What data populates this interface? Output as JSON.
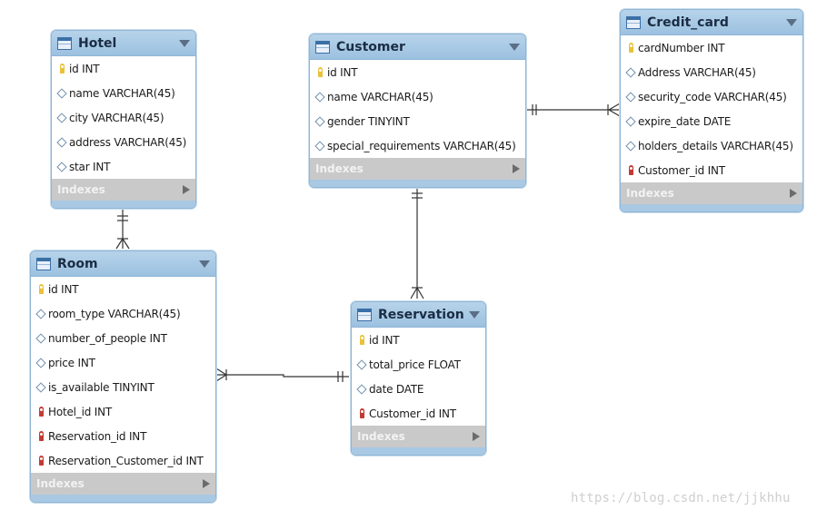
{
  "tables": {
    "hotel": {
      "name": "Hotel",
      "columns": [
        {
          "text": "id INT",
          "key": "pk"
        },
        {
          "text": "name VARCHAR(45)",
          "key": "col"
        },
        {
          "text": "city VARCHAR(45)",
          "key": "col"
        },
        {
          "text": "address VARCHAR(45)",
          "key": "col"
        },
        {
          "text": "star INT",
          "key": "col"
        }
      ],
      "indexes_label": "Indexes"
    },
    "customer": {
      "name": "Customer",
      "columns": [
        {
          "text": "id INT",
          "key": "pk"
        },
        {
          "text": "name VARCHAR(45)",
          "key": "col"
        },
        {
          "text": "gender TINYINT",
          "key": "col"
        },
        {
          "text": "special_requirements VARCHAR(45)",
          "key": "col"
        }
      ],
      "indexes_label": "Indexes"
    },
    "credit_card": {
      "name": "Credit_card",
      "columns": [
        {
          "text": "cardNumber INT",
          "key": "pk"
        },
        {
          "text": "Address VARCHAR(45)",
          "key": "col"
        },
        {
          "text": "security_code VARCHAR(45)",
          "key": "col"
        },
        {
          "text": "expire_date DATE",
          "key": "col"
        },
        {
          "text": "holders_details VARCHAR(45)",
          "key": "col"
        },
        {
          "text": "Customer_id INT",
          "key": "fk"
        }
      ],
      "indexes_label": "Indexes"
    },
    "room": {
      "name": "Room",
      "columns": [
        {
          "text": "id INT",
          "key": "pk"
        },
        {
          "text": "room_type VARCHAR(45)",
          "key": "col"
        },
        {
          "text": "number_of_people INT",
          "key": "col"
        },
        {
          "text": "price INT",
          "key": "col"
        },
        {
          "text": "is_available TINYINT",
          "key": "col"
        },
        {
          "text": "Hotel_id INT",
          "key": "fk"
        },
        {
          "text": "Reservation_id INT",
          "key": "fk"
        },
        {
          "text": "Reservation_Customer_id INT",
          "key": "fk"
        }
      ],
      "indexes_label": "Indexes"
    },
    "reservation": {
      "name": "Reservation",
      "columns": [
        {
          "text": "id INT",
          "key": "pk"
        },
        {
          "text": "total_price FLOAT",
          "key": "col"
        },
        {
          "text": "date DATE",
          "key": "col"
        },
        {
          "text": "Customer_id INT",
          "key": "fk"
        }
      ],
      "indexes_label": "Indexes"
    }
  },
  "relationships": [
    {
      "from": "hotel",
      "to": "room",
      "cardinality": "one-to-many"
    },
    {
      "from": "customer",
      "to": "credit_card",
      "cardinality": "one-to-many"
    },
    {
      "from": "customer",
      "to": "reservation",
      "cardinality": "one-to-many"
    },
    {
      "from": "reservation",
      "to": "room",
      "cardinality": "one-to-many"
    }
  ],
  "watermark": "https://blog.csdn.net/jjkhhu",
  "colors": {
    "header": "#9cc1e0",
    "border": "#8fb6d6",
    "indexes_bar": "#c9c9c9",
    "primary_key": "#e9c23a",
    "foreign_key": "#c23b33",
    "line": "#333333"
  }
}
